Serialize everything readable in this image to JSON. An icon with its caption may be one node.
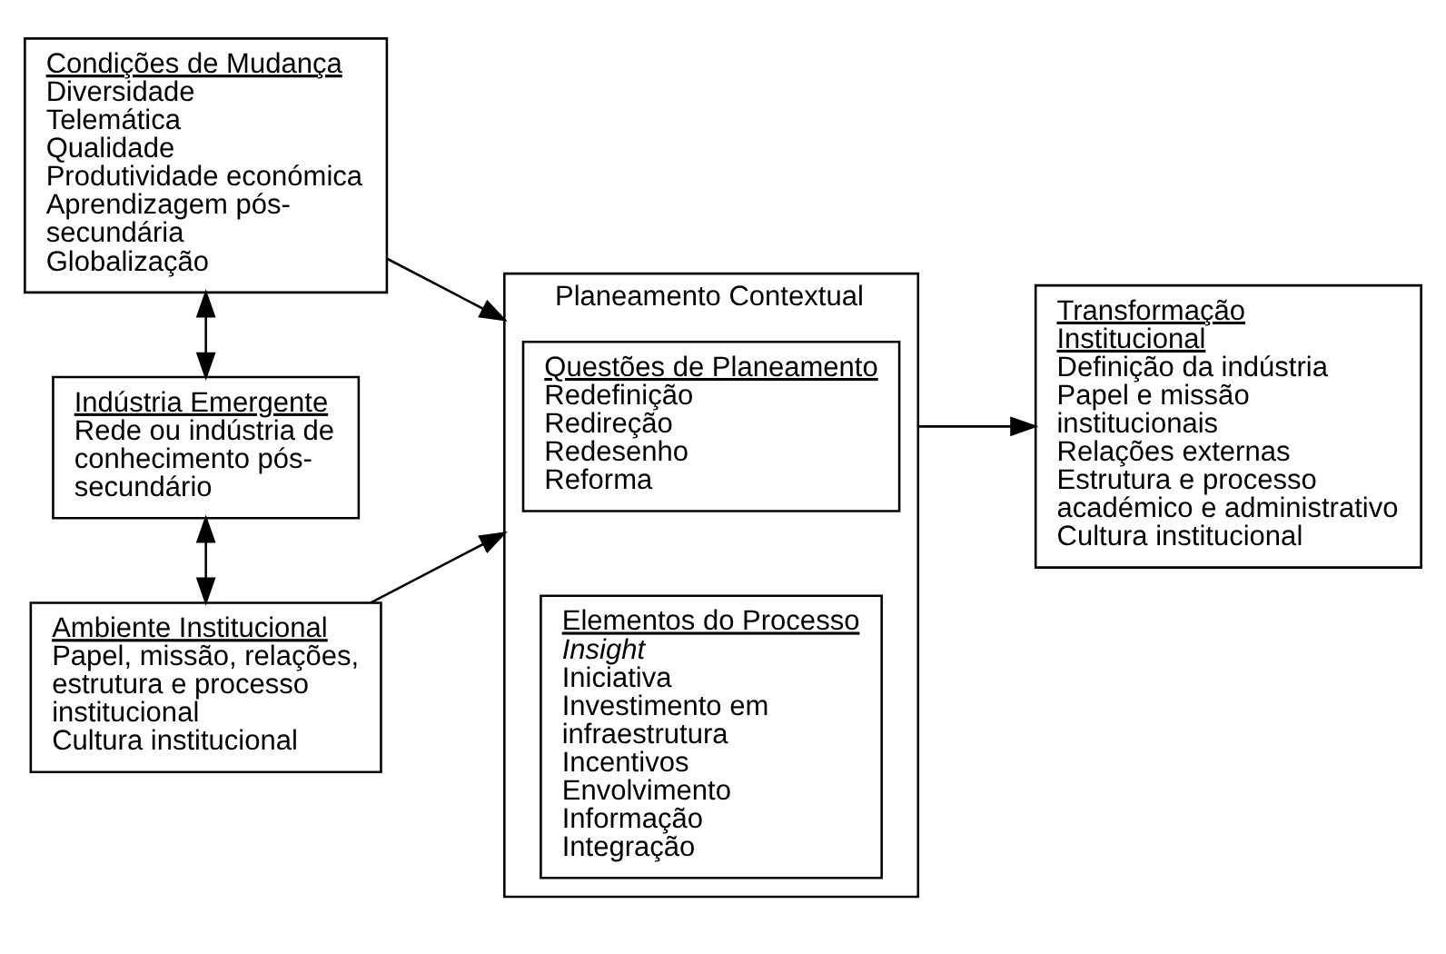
{
  "diagram": {
    "nodes": [
      {
        "text": [
          "Condições de Mudança",
          "Diversidade",
          "Telemática",
          "Qualidade",
          "Produtividade económica",
          "Aprendizagem pós-secundária",
          "Globalização"
        ]
      },
      {
        "text": [
          "Indústria Emergente",
          "Rede ou indústria de conhecimento pós-secundário"
        ]
      },
      {
        "text": [
          "Ambiente Institucional",
          "Papel, missão, relações, estrutura e processo institucional",
          "Cultura institucional"
        ]
      },
      {
        "text": [
          "Planeamento Contextual"
        ]
      },
      {
        "text": [
          "Questões de Planeamento",
          "Redefinição",
          "Redireção",
          "Redesenho",
          "Reforma"
        ],
        "in": 3
      },
      {
        "text": [
          "Elementos do Processo",
          "Insight",
          "Iniciativa",
          "Investimento em infraestrutura",
          "Incentivos",
          "Envolvimento",
          "Informação",
          "Integração"
        ],
        "in": 3
      },
      {
        "text": [
          "Transformação Institucional",
          "Definição da indústria",
          "Papel e missão institucionais",
          "Relações externas",
          "Estrutura e processo académico e administrativo",
          "Cultura institucional"
        ]
      }
    ],
    "edges": [
      {
        "from": 0,
        "to": 3,
        "arrow": "to"
      },
      {
        "from": 0,
        "to": 1,
        "arrow": "both"
      },
      {
        "from": 1,
        "to": 2,
        "arrow": "both"
      },
      {
        "from": 2,
        "to": 3,
        "arrow": "to"
      },
      {
        "from": 3,
        "to": 6,
        "arrow": "to"
      }
    ]
  }
}
